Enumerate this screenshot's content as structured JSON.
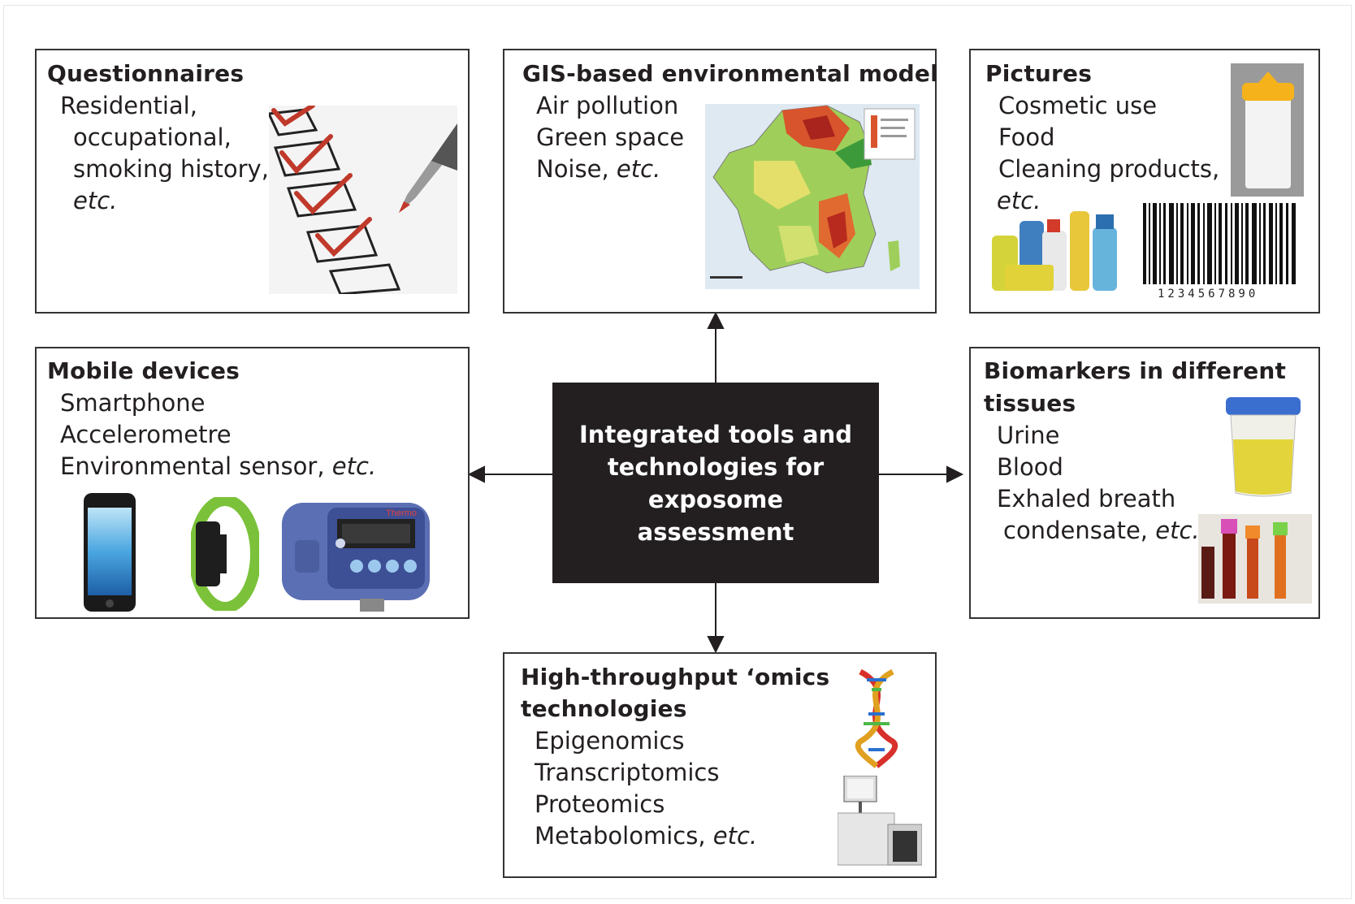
{
  "center": {
    "title": "Integrated tools and technologies for exposome assessment"
  },
  "questionnaires": {
    "title": "Questionnaires",
    "items": [
      "Residential,",
      "occupational,",
      "smoking history,",
      "etc."
    ],
    "image_icon": "checklist-with-pen-icon"
  },
  "gis": {
    "title": "GIS-based environmental model",
    "items": [
      "Air pollution",
      "Green space",
      "Noise, ",
      "etc."
    ],
    "image_icon": "france-pollution-map-icon"
  },
  "pictures": {
    "title": "Pictures",
    "items": [
      "Cosmetic use",
      "Food",
      "Cleaning products,",
      "etc."
    ],
    "barcode_digits": "1234567890",
    "image_icons": [
      "cosmetic-bottle-icon",
      "cleaning-bottles-icon",
      "barcode-icon"
    ]
  },
  "mobile": {
    "title": "Mobile devices",
    "items": [
      "Smartphone",
      "Accelerometre",
      "Environmental sensor, ",
      "etc."
    ],
    "device_brand": "Thermo",
    "image_icons": [
      "smartphone-icon",
      "fitness-band-icon",
      "sensor-device-icon"
    ]
  },
  "biomarkers": {
    "title_line1": "Biomarkers in different",
    "title_line2": "tissues",
    "items": [
      "Urine",
      "Blood",
      "Exhaled breath",
      "condensate, ",
      "etc."
    ],
    "image_icons": [
      "urine-cup-icon",
      "blood-tubes-icon"
    ]
  },
  "omics": {
    "title_line1": "High-throughput ‘omics",
    "title_line2": "technologies",
    "items": [
      "Epigenomics",
      "Transcriptomics",
      "Proteomics",
      "Metabolomics, ",
      "etc."
    ],
    "image_icons": [
      "dna-helix-icon",
      "lab-instrument-icon"
    ]
  },
  "colors": {
    "center_bg": "#231f20",
    "border": "#333333",
    "check_red": "#c0392b"
  }
}
